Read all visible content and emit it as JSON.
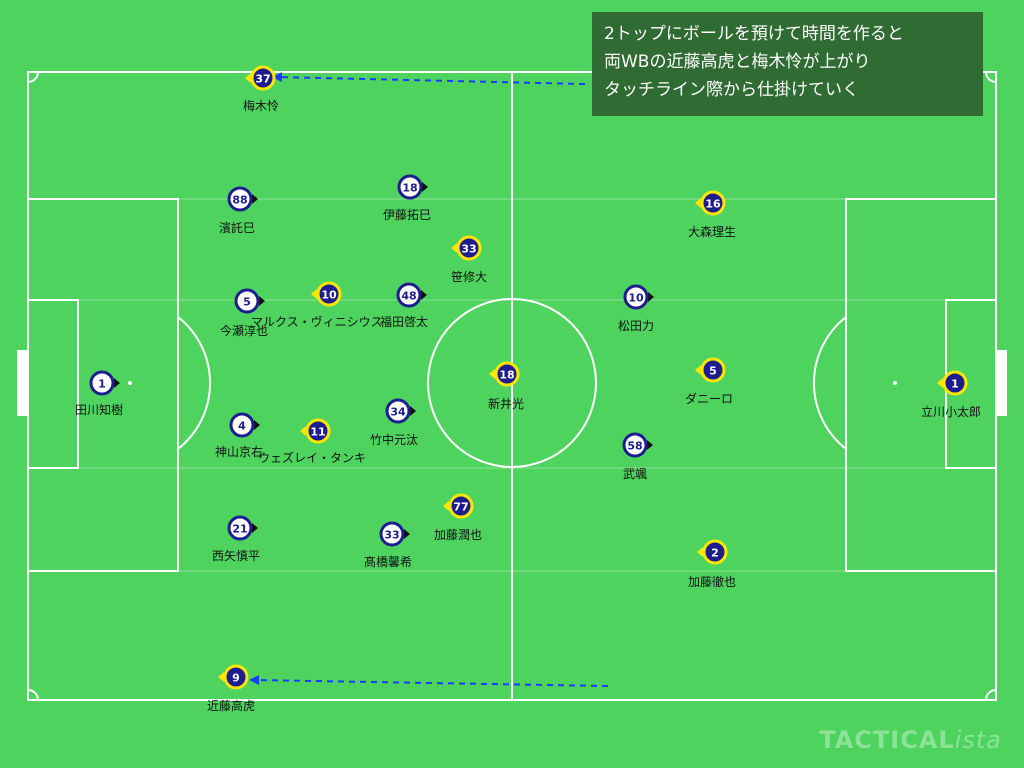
{
  "annotation": {
    "lines": [
      "2トップにボールを預けて時間を作ると",
      "両WBの近藤高虎と梅木怜が上がり",
      "タッチライン際から仕掛けていく"
    ]
  },
  "watermark": {
    "main": "TACTICAL",
    "script": "ista"
  },
  "colors": {
    "pitch": "#4fd35f",
    "line": "#ffffff",
    "team_home_fill": "#ffffff",
    "team_home_ring": "#1d1d8f",
    "team_home_text": "#1d1d8f",
    "team_away_fill": "#1d1d8f",
    "team_away_ring": "#ffe600",
    "team_away_text": "#ffffff",
    "arrow": "#1a3cff",
    "annotation_bg": "#2f6b33"
  },
  "players": [
    {
      "id": "p1",
      "number": "1",
      "name": "田川知樹",
      "team": "home",
      "facing": "right"
    },
    {
      "id": "p2",
      "number": "88",
      "name": "濱託巳",
      "team": "home",
      "facing": "right"
    },
    {
      "id": "p3",
      "number": "5",
      "name": "今瀬淳也",
      "team": "home",
      "facing": "right"
    },
    {
      "id": "p4",
      "number": "4",
      "name": "神山京右",
      "team": "home",
      "facing": "right"
    },
    {
      "id": "p5",
      "number": "21",
      "name": "西矢慎平",
      "team": "home",
      "facing": "right"
    },
    {
      "id": "p6",
      "number": "18",
      "name": "伊藤拓巳",
      "team": "home",
      "facing": "right"
    },
    {
      "id": "p7",
      "number": "48",
      "name": "福田啓太",
      "team": "home",
      "facing": "right"
    },
    {
      "id": "p8",
      "number": "34",
      "name": "竹中元汰",
      "team": "home",
      "facing": "right"
    },
    {
      "id": "p9",
      "number": "33",
      "name": "髙橋馨希",
      "team": "home",
      "facing": "right"
    },
    {
      "id": "p10",
      "number": "10",
      "name": "松田力",
      "team": "home",
      "facing": "right"
    },
    {
      "id": "p11",
      "number": "58",
      "name": "武颯",
      "team": "home",
      "facing": "right"
    },
    {
      "id": "a1",
      "number": "37",
      "name": "梅木怜",
      "team": "away",
      "facing": "left"
    },
    {
      "id": "a2",
      "number": "10",
      "name": "マルクス・ヴィニシウス",
      "team": "away",
      "facing": "left"
    },
    {
      "id": "a3",
      "number": "11",
      "name": "ウェズレイ・タンキ",
      "team": "away",
      "facing": "left"
    },
    {
      "id": "a4",
      "number": "33",
      "name": "笹修大",
      "team": "away",
      "facing": "left"
    },
    {
      "id": "a5",
      "number": "77",
      "name": "加藤潤也",
      "team": "away",
      "facing": "left"
    },
    {
      "id": "a6",
      "number": "18",
      "name": "新井光",
      "team": "away",
      "facing": "left"
    },
    {
      "id": "a7",
      "number": "16",
      "name": "大森理生",
      "team": "away",
      "facing": "left"
    },
    {
      "id": "a8",
      "number": "5",
      "name": "ダニーロ",
      "team": "away",
      "facing": "left"
    },
    {
      "id": "a9",
      "number": "2",
      "name": "加藤徹也",
      "team": "away",
      "facing": "left"
    },
    {
      "id": "a10",
      "number": "1",
      "name": "立川小太郎",
      "team": "away",
      "facing": "left"
    },
    {
      "id": "a11",
      "number": "9",
      "name": "近藤高虎",
      "team": "away",
      "facing": "left"
    }
  ]
}
